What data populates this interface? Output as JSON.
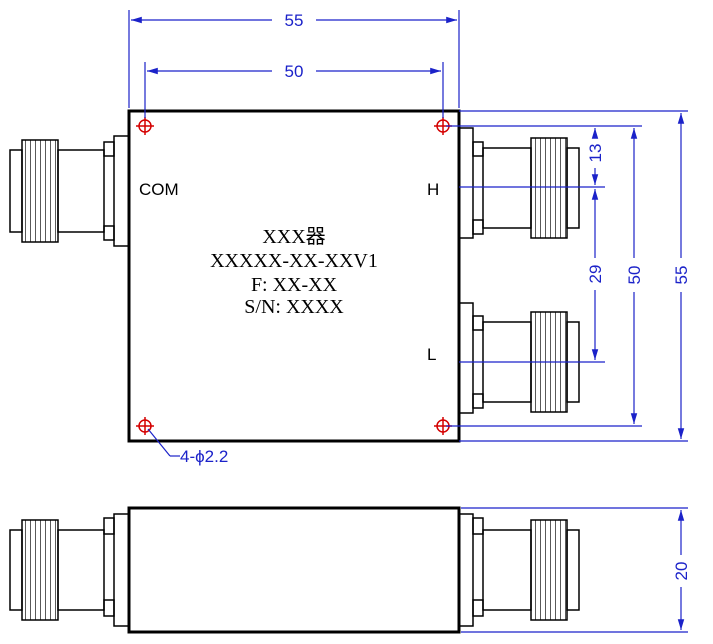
{
  "dimensions": {
    "top_width": "55",
    "hole_spacing_x": "50",
    "right_h_offset": "13",
    "right_l_spacing": "29",
    "right_hole_spacing_y": "50",
    "right_height": "55",
    "side_height": "20",
    "hole_callout": "4-ϕ2.2"
  },
  "ports": {
    "com": "COM",
    "high": "H",
    "low": "L"
  },
  "nameplate": {
    "title": "XXX器",
    "model": "XXXXX-XX-XXV1",
    "freq": "F: XX-XX",
    "serial": "S/N: XXXX"
  },
  "colors": {
    "dimension": "#1b22c9",
    "hole": "#d40000",
    "outline": "#000000"
  }
}
